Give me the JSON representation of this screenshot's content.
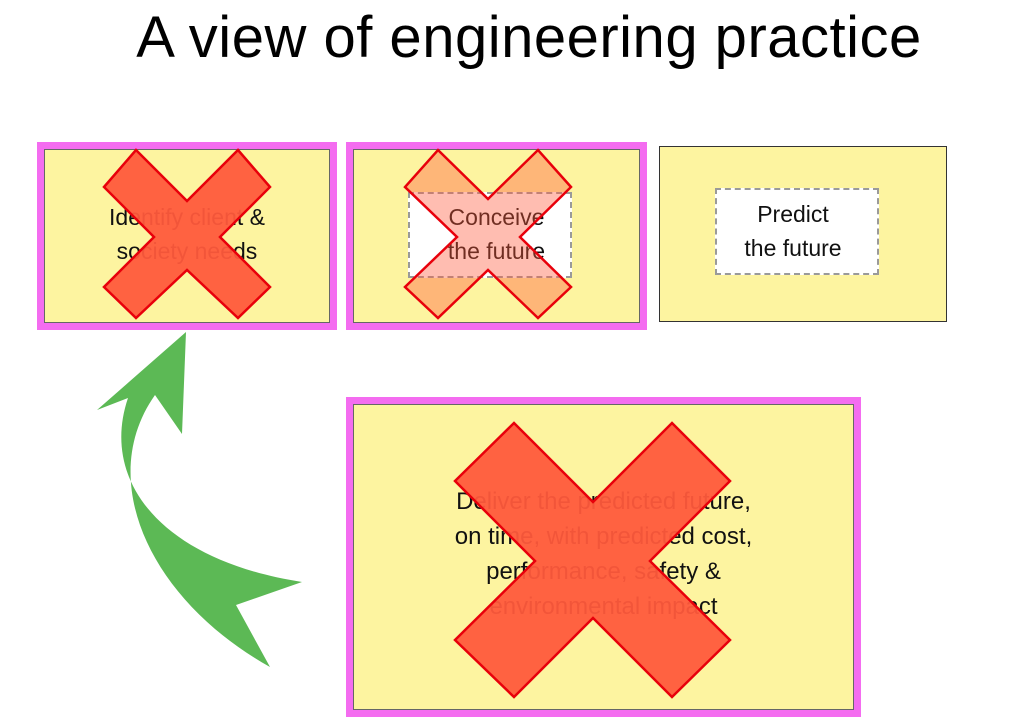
{
  "title": "A view of engineering practice",
  "boxes": {
    "identify": {
      "label_line1": "Identify client &",
      "label_line2": "society needs"
    },
    "conceive": {
      "label_line1": "Conceive",
      "label_line2": "the future"
    },
    "predict": {
      "label_line1": "Predict",
      "label_line2": "the future"
    },
    "deliver": {
      "label_line1": "Deliver the predicted future,",
      "label_line2": "on time, with predicted cost,",
      "label_line3": "performance, safety &",
      "label_line4": "environmental impact"
    }
  },
  "colors": {
    "box_fill": "#fdf4a0",
    "highlight_border": "#f46cf0",
    "cross_fill": "#ff5a3c",
    "cross_stroke": "#e8000b",
    "arrow_fill": "#5cb955"
  }
}
